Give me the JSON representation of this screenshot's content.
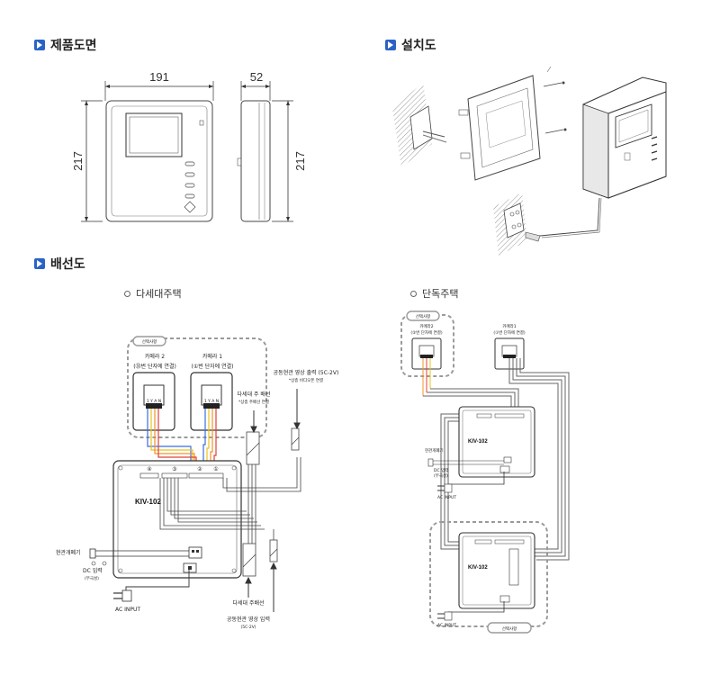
{
  "sections": {
    "product_drawing": "제품도면",
    "installation": "설치도",
    "wiring": "배선도"
  },
  "dimensions": {
    "width": "191",
    "depth": "52",
    "height_front": "217",
    "height_side": "217"
  },
  "wiring": {
    "multi": {
      "title": "다세대주택",
      "option_tag": "선택사항",
      "camera2_title": "카메라 2",
      "camera2_sub": "(㉝번 단자에 연결)",
      "camera1_title": "카메라 1",
      "camera1_sub": "(①번 단자에 연결)",
      "main_line_title": "다세대 주 배선",
      "main_line_sub": "*상층 주배선 연결",
      "video_out_title": "공동현관 영상 출력 (5C-2V)",
      "video_out_sub": "*상층 비디오폰 연결",
      "model": "KIV-102",
      "door_opener": "현관개폐기",
      "dc_input": "DC 입력",
      "dc_input_sub": "(무극성)",
      "ac_input": "AC INPUT",
      "main_line_bottom": "다세대 주배선",
      "video_in_title": "공동현관 영상 입력",
      "video_in_sub": "(5C-2V)",
      "terminal_4": "④",
      "terminal_3": "③",
      "terminal_2": "②",
      "terminal_1": "①"
    },
    "single": {
      "title": "단독주택",
      "option_tag_top": "선택사항",
      "camera2_title": "카메라2",
      "camera2_sub": "(②번 단자에 연결)",
      "camera1_title": "카메라1",
      "camera1_sub": "(①번 단자에 연결)",
      "model_top": "KIV-102",
      "model_bottom": "KIV-102",
      "door_opener": "현관개폐기",
      "dc_input": "DC 입력",
      "dc_input_sub": "(무극성)",
      "ac_input_top": "AC INPUT",
      "ac_input_bottom": "AC INPUT",
      "option_tag_bottom": "선택사항"
    }
  },
  "colors": {
    "accent": "#2a63c6",
    "wire_red": "#e0403a",
    "wire_yellow": "#e8c320",
    "wire_blue": "#3a6ee0",
    "wire_orange": "#f0932b",
    "option_border": "#9a9a9a"
  }
}
